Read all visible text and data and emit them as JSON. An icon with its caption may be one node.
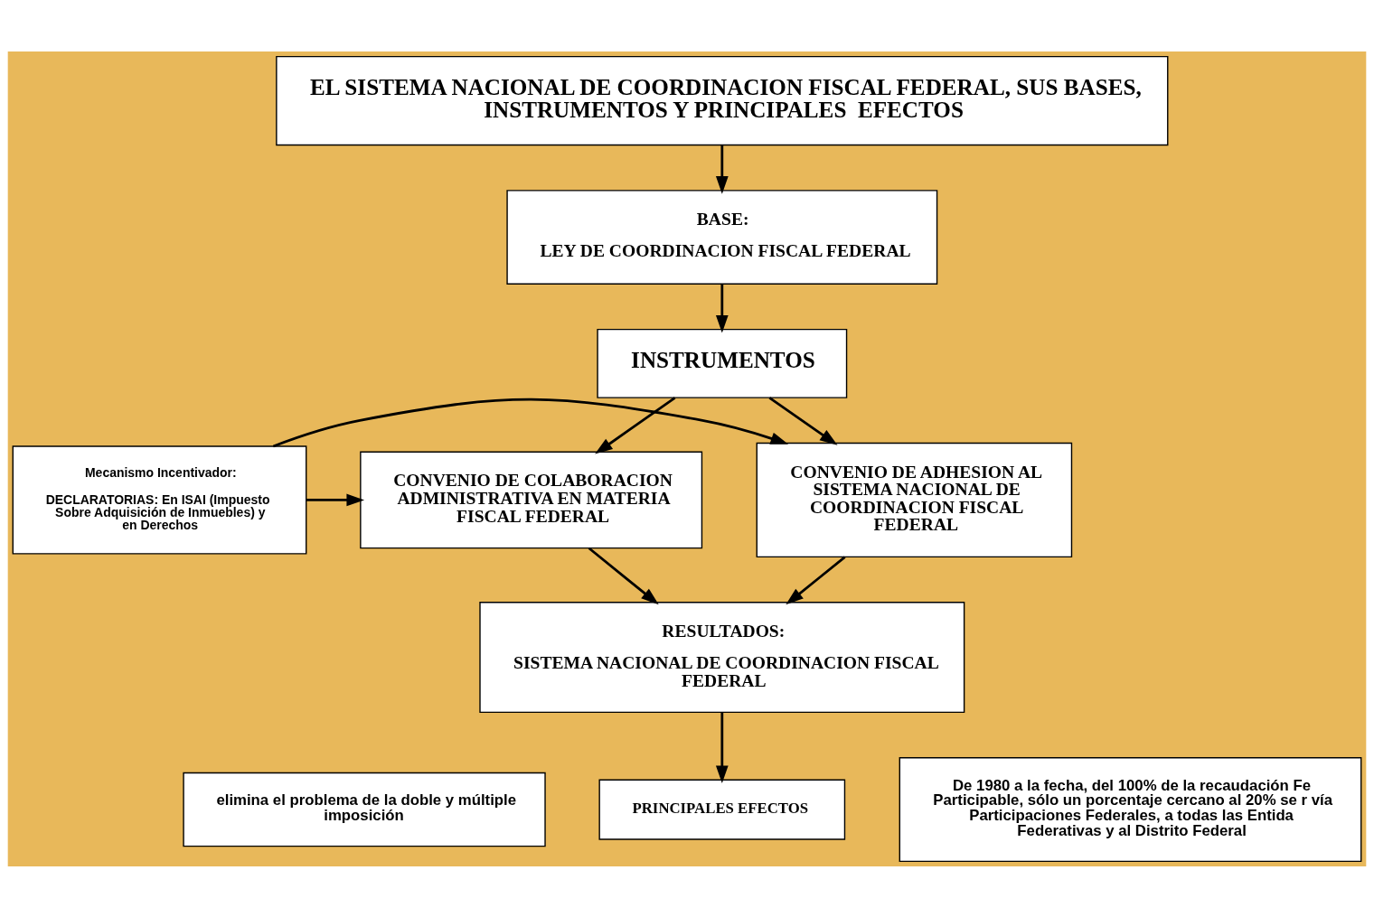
{
  "diagram": {
    "nodes": [
      {
        "text": [
          "EL SISTEMA NACIONAL DE COORDINACION FISCAL FEDERAL, SUS BASES, INSTRUMENTOS Y PRINCIPALES  EFECTOS"
        ]
      },
      {
        "text": [
          "BASE:",
          "LEY DE COORDINACION FISCAL FEDERAL"
        ]
      },
      {
        "text": [
          "INSTRUMENTOS"
        ]
      },
      {
        "text": [
          "CONVENIO DE ADHESION AL SISTEMA NACIONAL DE COORDINACION FISCAL FEDERAL"
        ]
      },
      {
        "text": [
          "Mecanismo Incentivador:",
          "DECLARATORIAS: En ISAI (Impuesto Sobre Adquisición de Inmuebles) y en Derechos"
        ]
      },
      {
        "text": [
          "CONVENIO DE COLABORACION ADMINISTRATIVA EN MATERIA FISCAL FEDERAL"
        ]
      },
      {
        "text": [
          "RESULTADOS:",
          "SISTEMA NACIONAL DE COORDINACION FISCAL FEDERAL"
        ]
      },
      {
        "text": [
          "elimina el problema de la doble y múltiple imposición"
        ]
      },
      {
        "text": [
          "PRINCIPALES EFECTOS"
        ]
      },
      {
        "text": [
          "De 1980 a la fecha, del 100% de la recaudación Fe Participable, sólo un porcentaje cercano al 20% se r vía Participaciones Federales, a todas las Entida Federativas y al Distrito Federal"
        ]
      }
    ],
    "edges": [
      {
        "from": 0,
        "to": 1,
        "arrow": "to"
      },
      {
        "from": 1,
        "to": 2,
        "arrow": "to"
      },
      {
        "from": 2,
        "to": 3,
        "arrow": "to"
      },
      {
        "from": 2,
        "to": 5,
        "arrow": "to"
      },
      {
        "from": 4,
        "to": 3,
        "arrow": "to"
      },
      {
        "from": 4,
        "to": 5,
        "arrow": "to"
      },
      {
        "from": 3,
        "to": 6,
        "arrow": "to"
      },
      {
        "from": 5,
        "to": 6,
        "arrow": "to"
      },
      {
        "from": 6,
        "to": 8,
        "arrow": "to"
      }
    ]
  }
}
